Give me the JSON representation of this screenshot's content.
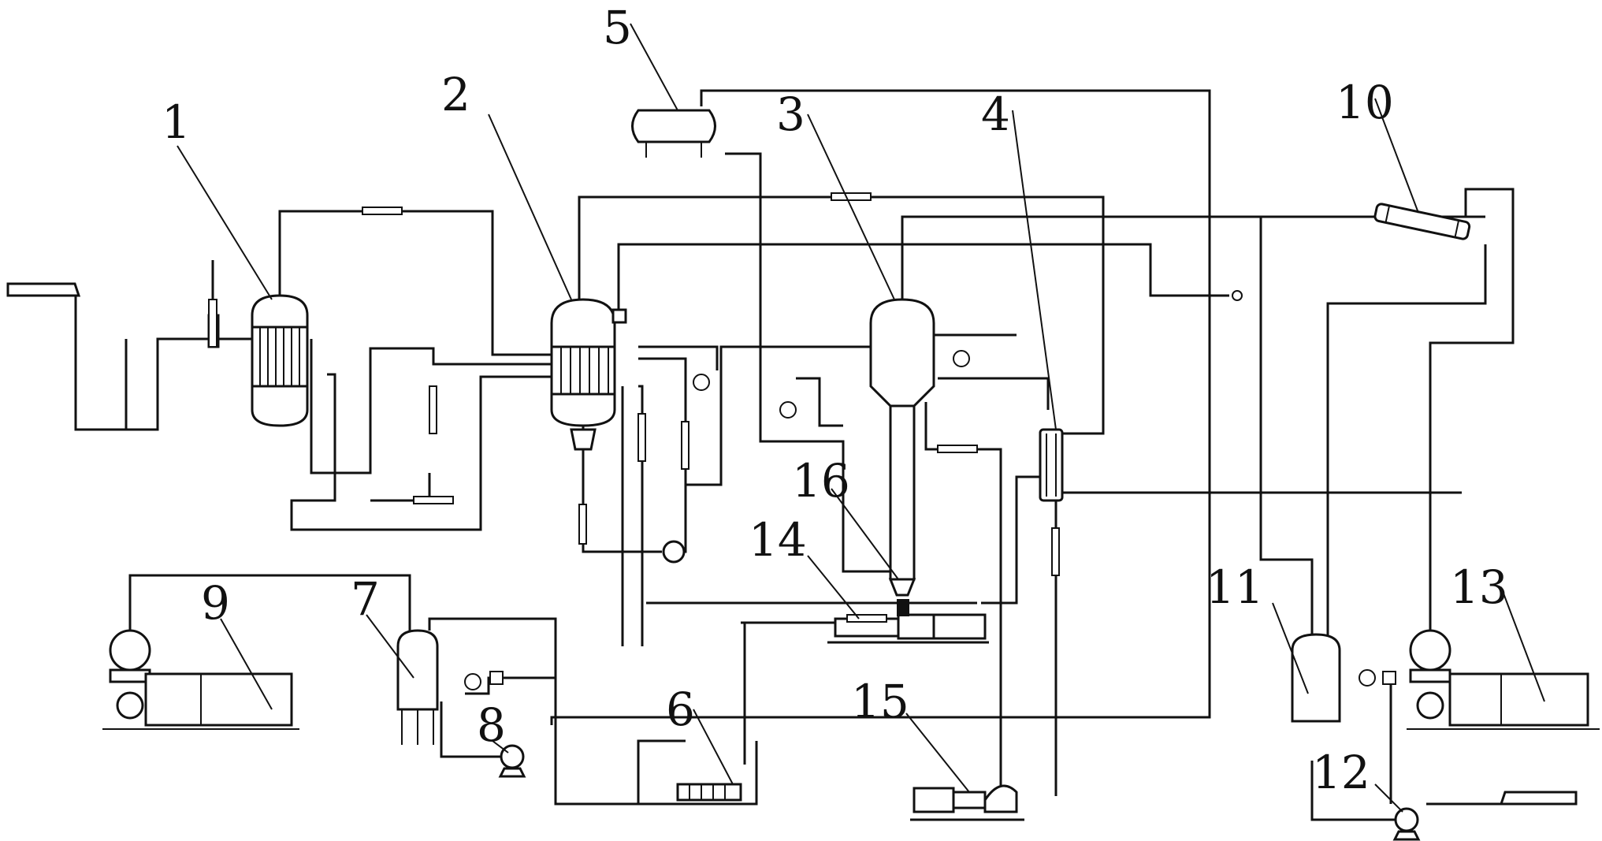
{
  "diagram": {
    "labels": {
      "n1": "1",
      "n2": "2",
      "n3": "3",
      "n4": "4",
      "n5": "5",
      "n6": "6",
      "n7": "7",
      "n8": "8",
      "n9": "9",
      "n10": "10",
      "n11": "11",
      "n12": "12",
      "n13": "13",
      "n14": "14",
      "n15": "15",
      "n16": "16"
    }
  }
}
